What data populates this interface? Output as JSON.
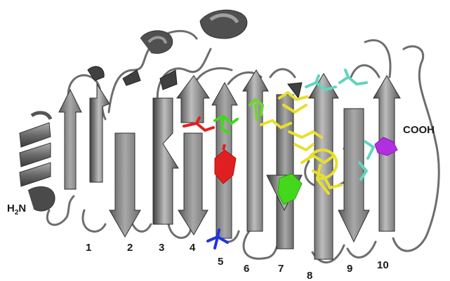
{
  "strand_labels": [
    "1",
    "2",
    "3",
    "4",
    "5",
    "6",
    "7",
    "8",
    "9",
    "10"
  ],
  "termini": {
    "n_terminus": "H",
    "n_terminus_sub": "2",
    "n_terminus_tail": "N",
    "c_terminus": "COOH"
  },
  "colors": {
    "ribbon_dark": "#4e4e4e",
    "ribbon_mid": "#8a8a8a",
    "ribbon_light": "#c6c6c6",
    "residue_red": "#e02020",
    "residue_green": "#44d81c",
    "residue_yellow": "#e8df2c",
    "residue_cyan": "#5fd6bf",
    "residue_blue": "#2233dd",
    "residue_purple": "#b030e0"
  }
}
